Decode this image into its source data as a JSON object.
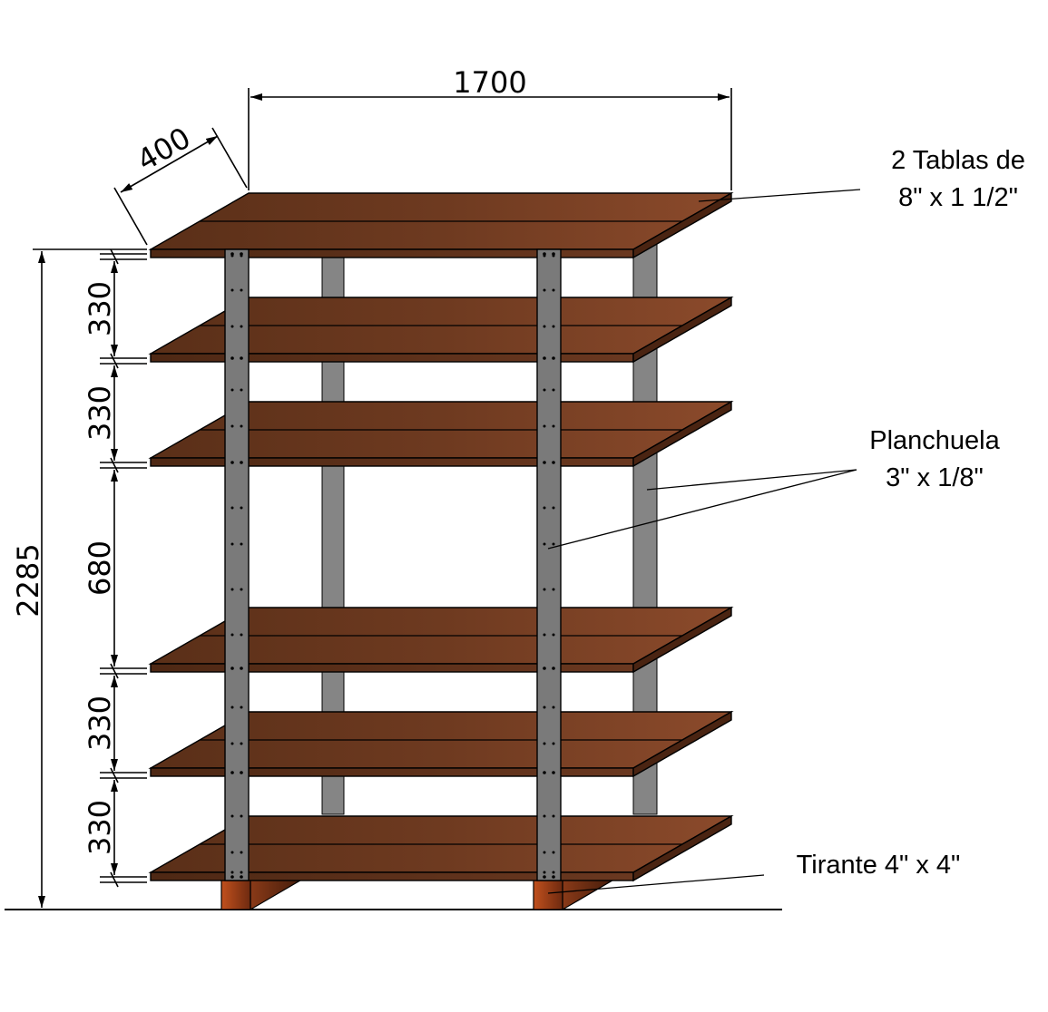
{
  "dimensions": {
    "width": "1700",
    "depth": "400",
    "total_height": "2285",
    "spacings": [
      "330",
      "330",
      "680",
      "330",
      "330"
    ]
  },
  "labels": {
    "boards": {
      "line1": "2 Tablas de",
      "line2": "8\" x 1 1/2\""
    },
    "strap": {
      "line1": "Planchuela",
      "line2": "3\" x 1/8\""
    },
    "beam": {
      "line1": "Tirante 4\" x 4\""
    }
  },
  "colors": {
    "wood_dark": "#5a2f18",
    "wood_light": "#8b4a2b",
    "steel": "#7a7a7a",
    "tirante": "#c1501d"
  }
}
